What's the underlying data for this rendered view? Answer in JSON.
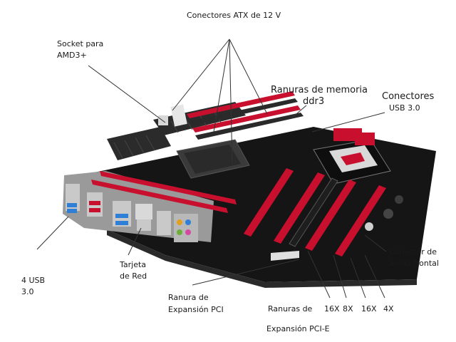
{
  "labels": {
    "atx": "Conectores ATX de 12 V",
    "socket_l1": "Socket para",
    "socket_l2": "AMD3+",
    "mem_l1": "Ranuras de memoria",
    "mem_l2": "ddr3",
    "usb_conn_l1": "Conectores",
    "usb_conn_l2": "USB 3.0",
    "audio_l1": "Conector de",
    "audio_l2": "audio frontal",
    "net_l1": "Tarjeta",
    "net_l2": "de Red",
    "usb4_l1": "4 USB",
    "usb4_l2": "3.0",
    "pci_l1": "Ranura de",
    "pci_l2": "Expansión PCI",
    "pcie_l1": "Ranuras de",
    "pcie_l2": "Expansión PCI-E",
    "slot_16x_a": "16X",
    "slot_8x": "8X",
    "slot_16x_b": "16X",
    "slot_4x": "4X"
  },
  "colors": {
    "pcb": "#151515",
    "red": "#c8102e",
    "leader": "#333333",
    "io": "#b8b8b8"
  }
}
